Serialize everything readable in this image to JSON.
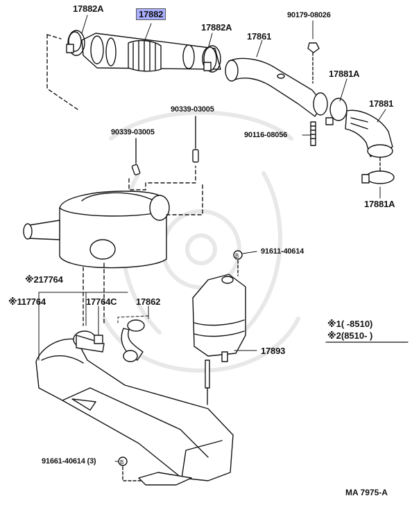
{
  "labels": {
    "p17882A_top": "17882A",
    "p17882": "17882",
    "p17882A_mid": "17882A",
    "p17861": "17861",
    "p90179": "90179-08026",
    "p17881A_top": "17881A",
    "p17881": "17881",
    "p90116": "90116-08056",
    "p17881A_bot": "17881A",
    "p90339_a": "90339-03005",
    "p90339_b": "90339-03005",
    "p91611": "91611-40614",
    "p217764": "※217764",
    "p117764": "※117764",
    "p17764C": "17764C",
    "p17862": "17862",
    "p17893": "17893",
    "p91661": "91661-40614 (3)"
  },
  "notes": {
    "line1": "※1(      -8510)",
    "line2": "※2(8510-        )"
  },
  "footer": {
    "code": "MA 7975-A"
  },
  "colors": {
    "highlight": "#aab0ff",
    "ink": "#111111"
  }
}
